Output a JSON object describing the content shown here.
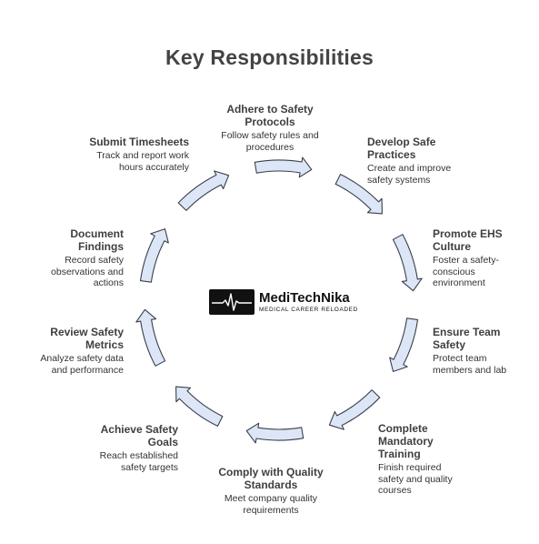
{
  "title": "Key Responsibilities",
  "logo": {
    "name": "MediTechNika",
    "tagline": "MEDICAL CAREER RELOADED"
  },
  "colors": {
    "arrow_fill": "#dce6f7",
    "arrow_stroke": "#3a3f4a",
    "title": "#444444"
  },
  "items": [
    {
      "title": "Adhere to Safety Protocols",
      "desc": "Follow safety rules and procedures"
    },
    {
      "title": "Develop Safe Practices",
      "desc": "Create and improve safety systems"
    },
    {
      "title": "Promote EHS Culture",
      "desc": "Foster a safety-conscious environment"
    },
    {
      "title": "Ensure Team Safety",
      "desc": "Protect team members and lab"
    },
    {
      "title": "Complete Mandatory Training",
      "desc": "Finish required safety and quality courses"
    },
    {
      "title": "Comply with Quality Standards",
      "desc": "Meet company quality requirements"
    },
    {
      "title": "Achieve Safety Goals",
      "desc": "Reach established safety targets"
    },
    {
      "title": "Review Safety Metrics",
      "desc": "Analyze safety data and performance"
    },
    {
      "title": "Document Findings",
      "desc": "Record safety observations and actions"
    },
    {
      "title": "Submit Timesheets",
      "desc": "Track and report work hours accurately"
    }
  ]
}
